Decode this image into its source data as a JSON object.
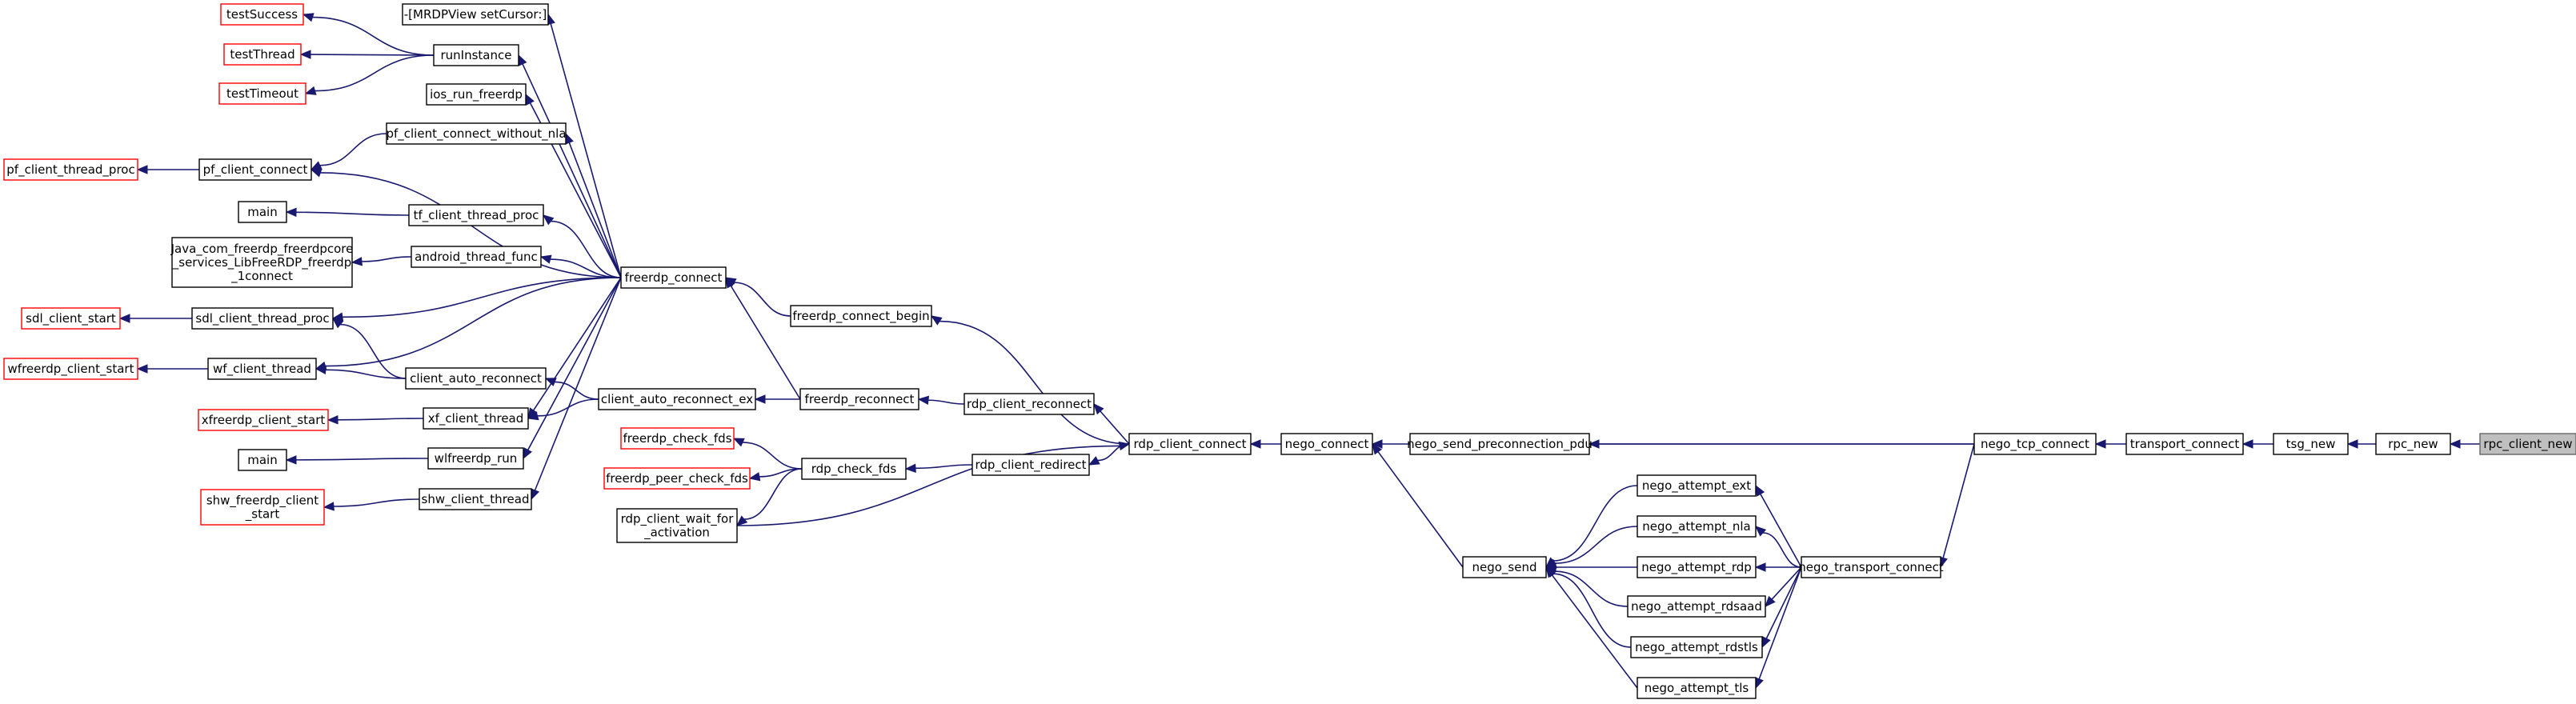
{
  "colors": {
    "edge": "#191970",
    "node_border": "#000000",
    "leaf_border": "#ff0000",
    "current_fill": "#bfbfbf",
    "background": "#ffffff"
  },
  "nodes": [
    {
      "id": "rpc_client_new",
      "lines": [
        "rpc_client_new"
      ],
      "style": "current"
    },
    {
      "id": "rpc_new",
      "lines": [
        "rpc_new"
      ]
    },
    {
      "id": "tsg_new",
      "lines": [
        "tsg_new"
      ]
    },
    {
      "id": "transport_connect",
      "lines": [
        "transport_connect"
      ]
    },
    {
      "id": "nego_tcp_connect",
      "lines": [
        "nego_tcp_connect"
      ]
    },
    {
      "id": "nego_connect",
      "lines": [
        "nego_connect"
      ]
    },
    {
      "id": "nego_send_preconnection_pdu",
      "lines": [
        "nego_send_preconnection_pdu"
      ]
    },
    {
      "id": "nego_transport_connect",
      "lines": [
        "nego_transport_connect"
      ]
    },
    {
      "id": "nego_attempt_ext",
      "lines": [
        "nego_attempt_ext"
      ]
    },
    {
      "id": "nego_attempt_nla",
      "lines": [
        "nego_attempt_nla"
      ]
    },
    {
      "id": "nego_attempt_rdp",
      "lines": [
        "nego_attempt_rdp"
      ]
    },
    {
      "id": "nego_attempt_rdsaad",
      "lines": [
        "nego_attempt_rdsaad"
      ]
    },
    {
      "id": "nego_attempt_rdstls",
      "lines": [
        "nego_attempt_rdstls"
      ]
    },
    {
      "id": "nego_attempt_tls",
      "lines": [
        "nego_attempt_tls"
      ]
    },
    {
      "id": "nego_send",
      "lines": [
        "nego_send"
      ]
    },
    {
      "id": "rdp_client_connect",
      "lines": [
        "rdp_client_connect"
      ]
    },
    {
      "id": "freerdp_connect_begin",
      "lines": [
        "freerdp_connect_begin"
      ]
    },
    {
      "id": "rdp_client_reconnect",
      "lines": [
        "rdp_client_reconnect"
      ]
    },
    {
      "id": "rdp_client_redirect",
      "lines": [
        "rdp_client_redirect"
      ]
    },
    {
      "id": "freerdp_connect",
      "lines": [
        "freerdp_connect"
      ]
    },
    {
      "id": "freerdp_reconnect",
      "lines": [
        "freerdp_reconnect"
      ]
    },
    {
      "id": "rdp_check_fds",
      "lines": [
        "rdp_check_fds"
      ]
    },
    {
      "id": "freerdp_check_fds",
      "lines": [
        "freerdp_check_fds"
      ],
      "style": "leaf"
    },
    {
      "id": "freerdp_peer_check_fds",
      "lines": [
        "freerdp_peer_check_fds"
      ],
      "style": "leaf"
    },
    {
      "id": "rdp_client_wait_for_activation",
      "lines": [
        "rdp_client_wait_for",
        "_activation"
      ]
    },
    {
      "id": "client_auto_reconnect_ex",
      "lines": [
        "client_auto_reconnect_ex"
      ]
    },
    {
      "id": "client_auto_reconnect",
      "lines": [
        "client_auto_reconnect"
      ]
    },
    {
      "id": "xf_client_thread",
      "lines": [
        "xf_client_thread"
      ]
    },
    {
      "id": "wlfreerdp_run",
      "lines": [
        "wlfreerdp_run"
      ]
    },
    {
      "id": "shw_client_thread",
      "lines": [
        "shw_client_thread"
      ]
    },
    {
      "id": "sdl_client_thread_proc",
      "lines": [
        "sdl_client_thread_proc"
      ]
    },
    {
      "id": "wf_client_thread",
      "lines": [
        "wf_client_thread"
      ]
    },
    {
      "id": "runInstance",
      "lines": [
        "runInstance"
      ]
    },
    {
      "id": "mrdpview_setcursor",
      "lines": [
        "-[MRDPView setCursor:]"
      ]
    },
    {
      "id": "ios_run_freerdp",
      "lines": [
        "ios_run_freerdp"
      ]
    },
    {
      "id": "pf_client_connect_without_nla",
      "lines": [
        "pf_client_connect_without_nla"
      ]
    },
    {
      "id": "pf_client_connect",
      "lines": [
        "pf_client_connect"
      ]
    },
    {
      "id": "tf_client_thread_proc",
      "lines": [
        "tf_client_thread_proc"
      ]
    },
    {
      "id": "android_thread_func",
      "lines": [
        "android_thread_func"
      ]
    },
    {
      "id": "java_connect",
      "lines": [
        "Java_com_freerdp_freerdpcore",
        "_services_LibFreeRDP_freerdp",
        "_1connect"
      ]
    },
    {
      "id": "testSuccess",
      "lines": [
        "testSuccess"
      ],
      "style": "leaf"
    },
    {
      "id": "testThread",
      "lines": [
        "testThread"
      ],
      "style": "leaf"
    },
    {
      "id": "testTimeout",
      "lines": [
        "testTimeout"
      ],
      "style": "leaf"
    },
    {
      "id": "pf_client_thread_proc",
      "lines": [
        "pf_client_thread_proc"
      ],
      "style": "leaf"
    },
    {
      "id": "main_tf",
      "lines": [
        "main"
      ]
    },
    {
      "id": "sdl_client_start",
      "lines": [
        "sdl_client_start"
      ],
      "style": "leaf"
    },
    {
      "id": "wfreerdp_client_start",
      "lines": [
        "wfreerdp_client_start"
      ],
      "style": "leaf"
    },
    {
      "id": "xfreerdp_client_start",
      "lines": [
        "xfreerdp_client_start"
      ],
      "style": "leaf"
    },
    {
      "id": "main_wl",
      "lines": [
        "main"
      ]
    },
    {
      "id": "shw_freerdp_client_start",
      "lines": [
        "shw_freerdp_client",
        "_start"
      ],
      "style": "leaf"
    }
  ],
  "edges": [
    [
      "rpc_new",
      "rpc_client_new"
    ],
    [
      "tsg_new",
      "rpc_new"
    ],
    [
      "transport_connect",
      "tsg_new"
    ],
    [
      "nego_tcp_connect",
      "transport_connect"
    ],
    [
      "nego_connect",
      "nego_tcp_connect"
    ],
    [
      "nego_send_preconnection_pdu",
      "nego_tcp_connect"
    ],
    [
      "nego_transport_connect",
      "nego_tcp_connect"
    ],
    [
      "nego_attempt_ext",
      "nego_transport_connect"
    ],
    [
      "nego_attempt_nla",
      "nego_transport_connect"
    ],
    [
      "nego_attempt_rdp",
      "nego_transport_connect"
    ],
    [
      "nego_attempt_rdsaad",
      "nego_transport_connect"
    ],
    [
      "nego_attempt_rdstls",
      "nego_transport_connect"
    ],
    [
      "nego_attempt_tls",
      "nego_transport_connect"
    ],
    [
      "nego_send",
      "nego_attempt_ext"
    ],
    [
      "nego_send",
      "nego_attempt_nla"
    ],
    [
      "nego_send",
      "nego_attempt_rdp"
    ],
    [
      "nego_send",
      "nego_attempt_rdsaad"
    ],
    [
      "nego_send",
      "nego_attempt_rdstls"
    ],
    [
      "nego_send",
      "nego_attempt_tls"
    ],
    [
      "nego_connect",
      "nego_send"
    ],
    [
      "rdp_client_connect",
      "nego_connect"
    ],
    [
      "freerdp_connect_begin",
      "rdp_client_connect"
    ],
    [
      "rdp_client_reconnect",
      "rdp_client_connect"
    ],
    [
      "rdp_client_redirect",
      "rdp_client_connect"
    ],
    [
      "rdp_client_connect",
      "rdp_client_wait_for_activation"
    ],
    [
      "freerdp_connect",
      "freerdp_connect_begin"
    ],
    [
      "freerdp_reconnect",
      "rdp_client_reconnect"
    ],
    [
      "rdp_check_fds",
      "rdp_client_redirect"
    ],
    [
      "freerdp_connect",
      "freerdp_reconnect"
    ],
    [
      "client_auto_reconnect_ex",
      "freerdp_reconnect"
    ],
    [
      "freerdp_check_fds",
      "rdp_check_fds"
    ],
    [
      "freerdp_peer_check_fds",
      "rdp_check_fds"
    ],
    [
      "rdp_client_wait_for_activation",
      "rdp_check_fds"
    ],
    [
      "client_auto_reconnect",
      "client_auto_reconnect_ex"
    ],
    [
      "xf_client_thread",
      "client_auto_reconnect_ex"
    ],
    [
      "sdl_client_thread_proc",
      "client_auto_reconnect"
    ],
    [
      "wf_client_thread",
      "client_auto_reconnect"
    ],
    [
      "runInstance",
      "freerdp_connect"
    ],
    [
      "mrdpview_setcursor",
      "freerdp_connect"
    ],
    [
      "ios_run_freerdp",
      "freerdp_connect"
    ],
    [
      "pf_client_connect_without_nla",
      "freerdp_connect"
    ],
    [
      "pf_client_connect",
      "freerdp_connect"
    ],
    [
      "tf_client_thread_proc",
      "freerdp_connect"
    ],
    [
      "android_thread_func",
      "freerdp_connect"
    ],
    [
      "sdl_client_thread_proc",
      "freerdp_connect"
    ],
    [
      "wf_client_thread",
      "freerdp_connect"
    ],
    [
      "xf_client_thread",
      "freerdp_connect"
    ],
    [
      "wlfreerdp_run",
      "freerdp_connect"
    ],
    [
      "shw_client_thread",
      "freerdp_connect"
    ],
    [
      "pf_client_connect",
      "pf_client_connect_without_nla"
    ],
    [
      "testSuccess",
      "runInstance"
    ],
    [
      "testThread",
      "runInstance"
    ],
    [
      "testTimeout",
      "runInstance"
    ],
    [
      "pf_client_thread_proc",
      "pf_client_connect"
    ],
    [
      "main_tf",
      "tf_client_thread_proc"
    ],
    [
      "java_connect",
      "android_thread_func"
    ],
    [
      "sdl_client_start",
      "sdl_client_thread_proc"
    ],
    [
      "wfreerdp_client_start",
      "wf_client_thread"
    ],
    [
      "xfreerdp_client_start",
      "xf_client_thread"
    ],
    [
      "main_wl",
      "wlfreerdp_run"
    ],
    [
      "shw_freerdp_client_start",
      "shw_client_thread"
    ]
  ]
}
